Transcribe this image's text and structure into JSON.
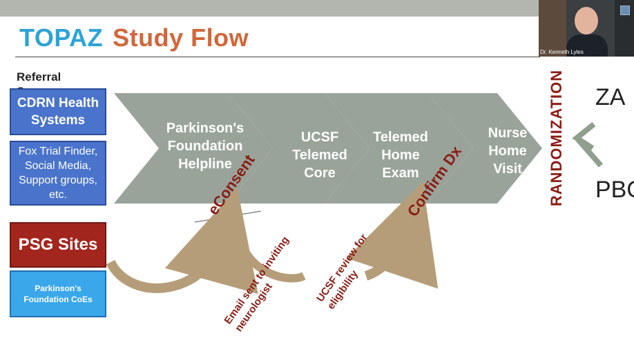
{
  "slide": {
    "title_part1": "TOPAZ",
    "title_part2": "Study Flow",
    "referral_label": "Referral Source",
    "sources": {
      "cdrn": "CDRN Health Systems",
      "fox": "Fox Trial Finder, Social Media, Support groups, etc.",
      "psg": "PSG Sites",
      "pf_coe": "Parkinson's Foundation CoEs"
    },
    "steps": [
      {
        "label": "Parkinson's Foundation Helpline"
      },
      {
        "label": "UCSF Telemed Core"
      },
      {
        "label": "Telemed Home Exam"
      },
      {
        "label": "Nurse Home Visit"
      }
    ],
    "annotations": {
      "econsent": "eConsent",
      "confirm_dx": "Confirm Dx",
      "email_sent": "Email sent to inviting neurologist",
      "ucsf_review": "UCSF review for eligibility"
    },
    "randomization": "RANDOMIZATION",
    "arms": [
      "ZA",
      "PBO"
    ]
  },
  "video": {
    "participant_name": "Dr. Kenneth Lyles"
  },
  "colors": {
    "title_blue": "#2ea3d6",
    "title_orange": "#d1673a",
    "chevron_gray": "#9aa39a",
    "maroon": "#8a1c14",
    "arrow_tan": "#b69d79"
  }
}
